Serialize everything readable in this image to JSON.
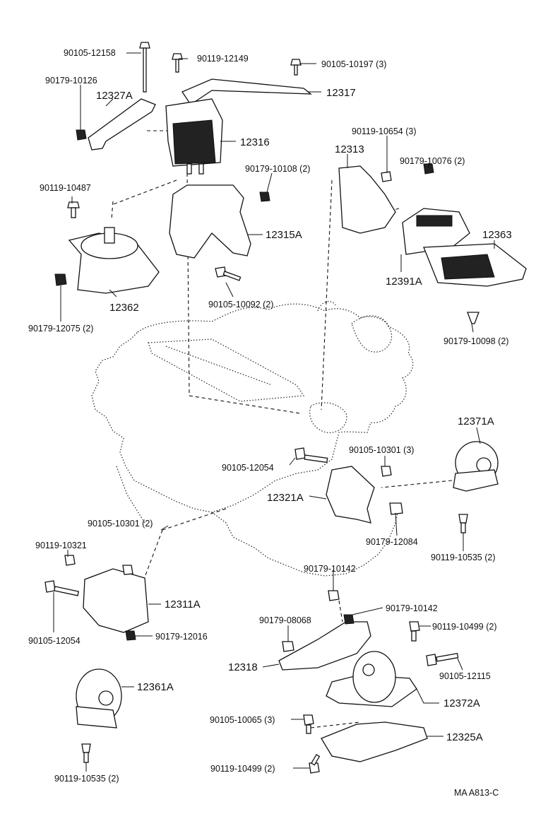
{
  "labels": {
    "p_90105_12158": "90105-12158",
    "p_90119_12149": "90119-12149",
    "p_90105_10197": "90105-10197 (3)",
    "p_90179_10126": "90179-10126",
    "p_12327A": "12327A",
    "p_12317": "12317",
    "p_12316": "12316",
    "p_90119_10654": "90119-10654 (3)",
    "p_12313": "12313",
    "p_90179_10076": "90179-10076 (2)",
    "p_90179_10108": "90179-10108 (2)",
    "p_90119_10487": "90119-10487",
    "p_12315A": "12315A",
    "p_12363": "12363",
    "p_12391A": "12391A",
    "p_12362": "12362",
    "p_90105_10092": "90105-10092 (2)",
    "p_90179_12075": "90179-12075 (2)",
    "p_90179_10098": "90179-10098 (2)",
    "p_12371A": "12371A",
    "p_90105_10301_3": "90105-10301 (3)",
    "p_90105_12054_top": "90105-12054",
    "p_12321A": "12321A",
    "p_90105_10301_2": "90105-10301 (2)",
    "p_90179_12084": "90179-12084",
    "p_90119_10321": "90119-10321",
    "p_90119_10535_right": "90119-10535 (2)",
    "p_90179_10142_a": "90179-10142",
    "p_12311A": "12311A",
    "p_90179_10142_b": "90179-10142",
    "p_90179_08068": "90179-08068",
    "p_90119_10499_right": "90119-10499 (2)",
    "p_90105_12054_left": "90105-12054",
    "p_90179_12016": "90179-12016",
    "p_12318": "12318",
    "p_90105_12115": "90105-12115",
    "p_12361A": "12361A",
    "p_12372A": "12372A",
    "p_90105_10065": "90105-10065 (3)",
    "p_12325A": "12325A",
    "p_90119_10535_left": "90119-10535 (2)",
    "p_90119_10499_bottom": "90119-10499 (2)",
    "drawing_code": "MA A813-C"
  }
}
